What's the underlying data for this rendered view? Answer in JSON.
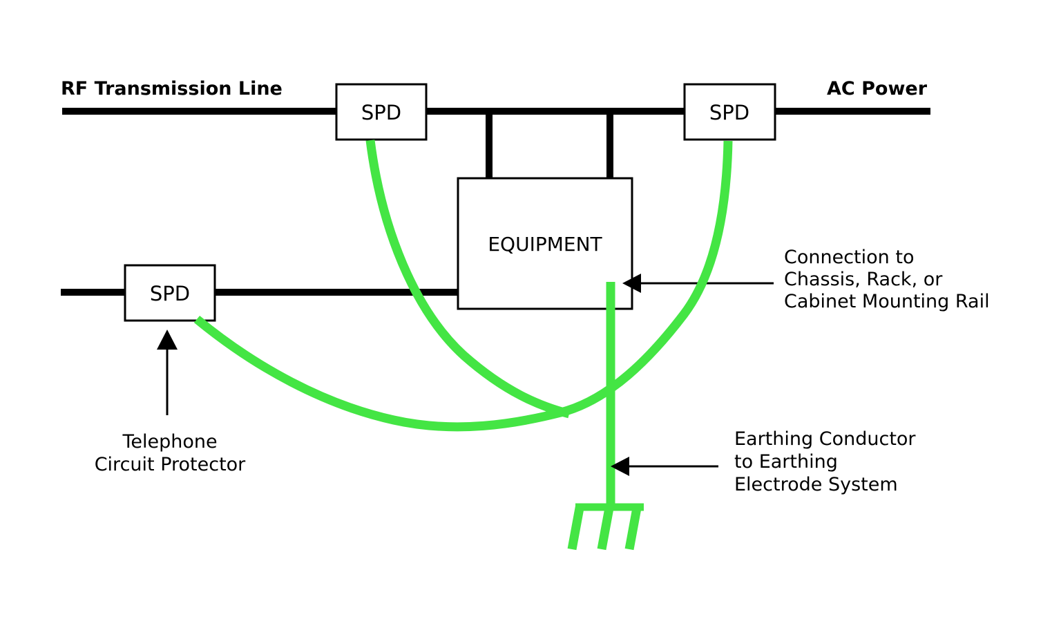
{
  "colors": {
    "earth_green": "#44E544",
    "wire_black": "#000000",
    "background": "#ffffff"
  },
  "labels": {
    "rf_line": "RF Transmission Line",
    "ac_power": "AC Power",
    "spd_rf": "SPD",
    "spd_ac": "SPD",
    "spd_telephone": "SPD",
    "equipment": "EQUIPMENT"
  },
  "annotations": {
    "chassis": {
      "lines": [
        "Connection to",
        "Chassis, Rack, or",
        "Cabinet Mounting Rail"
      ]
    },
    "earthing": {
      "lines": [
        "Earthing Conductor",
        "to Earthing",
        "Electrode System"
      ]
    },
    "telephone": {
      "lines": [
        "Telephone",
        "Circuit Protector"
      ]
    }
  }
}
